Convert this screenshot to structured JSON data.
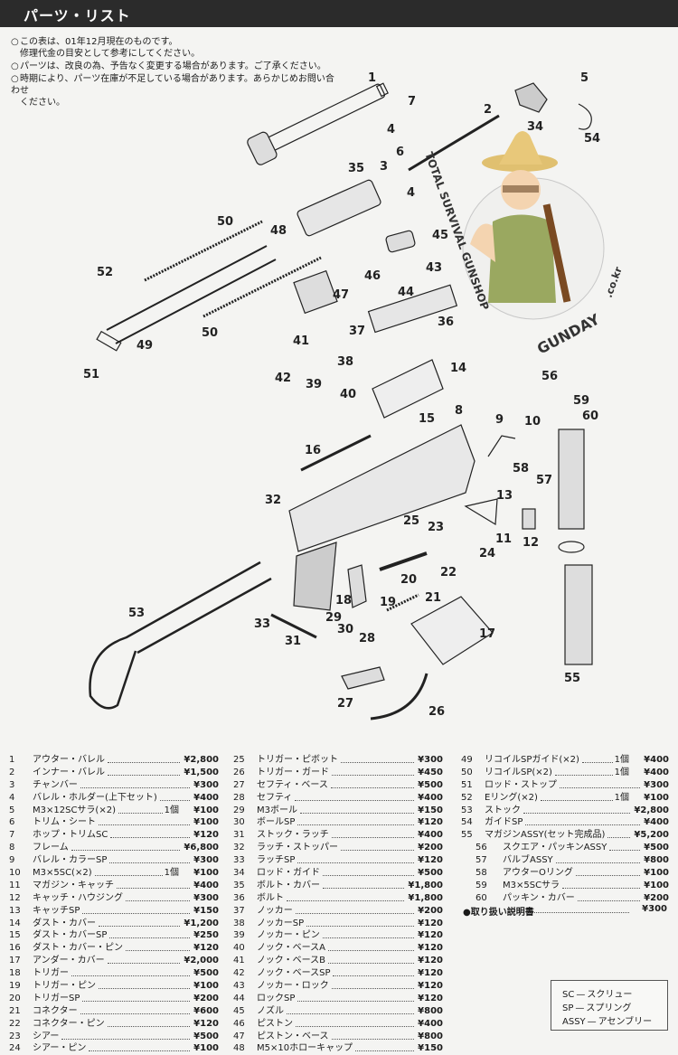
{
  "header": {
    "title": "パーツ・リスト"
  },
  "notes": [
    {
      "bullet": "○",
      "lines": [
        "この表は、01年12月現在のものです。",
        "修理代金の目安として参考にしてください。"
      ]
    },
    {
      "bullet": "○",
      "lines": [
        "パーツは、改良の為、予告なく変更する場合があります。ご了承ください。"
      ]
    },
    {
      "bullet": "○",
      "lines": [
        "時期により、パーツ在庫が不足している場合があります。あらかじめお問い合わせ",
        "ください。"
      ]
    }
  ],
  "watermark": {
    "left": "TOTAL SURVIVAL GUNSHOP",
    "right": "GUNDAY",
    "domain": ".co.kr"
  },
  "diagram_labels": [
    "1",
    "2",
    "3",
    "4",
    "4",
    "5",
    "6",
    "7",
    "8",
    "9",
    "10",
    "11",
    "12",
    "13",
    "14",
    "15",
    "16",
    "17",
    "18",
    "19",
    "20",
    "21",
    "22",
    "23",
    "24",
    "25",
    "26",
    "27",
    "28",
    "29",
    "30",
    "31",
    "32",
    "33",
    "34",
    "35",
    "36",
    "37",
    "38",
    "39",
    "40",
    "41",
    "42",
    "43",
    "44",
    "45",
    "46",
    "47",
    "48",
    "49",
    "50",
    "50",
    "51",
    "52",
    "53",
    "54",
    "55",
    "56",
    "57",
    "58",
    "59",
    "60"
  ],
  "parts_col1": [
    {
      "no": "1",
      "name": "アウター・バレル",
      "qty": "",
      "price": "¥2,800"
    },
    {
      "no": "2",
      "name": "インナー・バレル",
      "qty": "",
      "price": "¥1,500"
    },
    {
      "no": "3",
      "name": "チャンバー",
      "qty": "",
      "price": "¥300"
    },
    {
      "no": "4",
      "name": "バレル・ホルダー(上下セット)",
      "qty": "",
      "price": "¥400"
    },
    {
      "no": "5",
      "name": "M3×12SCサラ(×2)",
      "qty": "1個",
      "price": "¥100"
    },
    {
      "no": "6",
      "name": "トリム・シート",
      "qty": "",
      "price": "¥100"
    },
    {
      "no": "7",
      "name": "ホップ・トリムSC",
      "qty": "",
      "price": "¥120"
    },
    {
      "no": "8",
      "name": "フレーム",
      "qty": "",
      "price": "¥6,800"
    },
    {
      "no": "9",
      "name": "バレル・カラーSP",
      "qty": "",
      "price": "¥300"
    },
    {
      "no": "10",
      "name": "M3×5SC(×2)",
      "qty": "1個",
      "price": "¥100"
    },
    {
      "no": "11",
      "name": "マガジン・キャッチ",
      "qty": "",
      "price": "¥400"
    },
    {
      "no": "12",
      "name": "キャッチ・ハウジング",
      "qty": "",
      "price": "¥300"
    },
    {
      "no": "13",
      "name": "キャッチSP",
      "qty": "",
      "price": "¥150"
    },
    {
      "no": "14",
      "name": "ダスト・カバー",
      "qty": "",
      "price": "¥1,200"
    },
    {
      "no": "15",
      "name": "ダスト・カバーSP",
      "qty": "",
      "price": "¥250"
    },
    {
      "no": "16",
      "name": "ダスト・カバー・ピン",
      "qty": "",
      "price": "¥120"
    },
    {
      "no": "17",
      "name": "アンダー・カバー",
      "qty": "",
      "price": "¥2,000"
    },
    {
      "no": "18",
      "name": "トリガー",
      "qty": "",
      "price": "¥500"
    },
    {
      "no": "19",
      "name": "トリガー・ピン",
      "qty": "",
      "price": "¥100"
    },
    {
      "no": "20",
      "name": "トリガーSP",
      "qty": "",
      "price": "¥200"
    },
    {
      "no": "21",
      "name": "コネクター",
      "qty": "",
      "price": "¥600"
    },
    {
      "no": "22",
      "name": "コネクター・ピン",
      "qty": "",
      "price": "¥120"
    },
    {
      "no": "23",
      "name": "シアー",
      "qty": "",
      "price": "¥500"
    },
    {
      "no": "24",
      "name": "シアー・ピン",
      "qty": "",
      "price": "¥100"
    }
  ],
  "parts_col2": [
    {
      "no": "25",
      "name": "トリガー・ピボット",
      "qty": "",
      "price": "¥300"
    },
    {
      "no": "26",
      "name": "トリガー・ガード",
      "qty": "",
      "price": "¥450"
    },
    {
      "no": "27",
      "name": "セフティ・ベース",
      "qty": "",
      "price": "¥500"
    },
    {
      "no": "28",
      "name": "セフティ",
      "qty": "",
      "price": "¥400"
    },
    {
      "no": "29",
      "name": "M3ボール",
      "qty": "",
      "price": "¥150"
    },
    {
      "no": "30",
      "name": "ボールSP",
      "qty": "",
      "price": "¥120"
    },
    {
      "no": "31",
      "name": "ストック・ラッチ",
      "qty": "",
      "price": "¥400"
    },
    {
      "no": "32",
      "name": "ラッチ・ストッパー",
      "qty": "",
      "price": "¥200"
    },
    {
      "no": "33",
      "name": "ラッチSP",
      "qty": "",
      "price": "¥120"
    },
    {
      "no": "34",
      "name": "ロッド・ガイド",
      "qty": "",
      "price": "¥500"
    },
    {
      "no": "35",
      "name": "ボルト・カバー",
      "qty": "",
      "price": "¥1,800"
    },
    {
      "no": "36",
      "name": "ボルト",
      "qty": "",
      "price": "¥1,800"
    },
    {
      "no": "37",
      "name": "ノッカー",
      "qty": "",
      "price": "¥200"
    },
    {
      "no": "38",
      "name": "ノッカーSP",
      "qty": "",
      "price": "¥120"
    },
    {
      "no": "39",
      "name": "ノッカー・ピン",
      "qty": "",
      "price": "¥120"
    },
    {
      "no": "40",
      "name": "ノック・ベースA",
      "qty": "",
      "price": "¥120"
    },
    {
      "no": "41",
      "name": "ノック・ベースB",
      "qty": "",
      "price": "¥120"
    },
    {
      "no": "42",
      "name": "ノック・ベースSP",
      "qty": "",
      "price": "¥120"
    },
    {
      "no": "43",
      "name": "ノッカー・ロック",
      "qty": "",
      "price": "¥120"
    },
    {
      "no": "44",
      "name": "ロックSP",
      "qty": "",
      "price": "¥120"
    },
    {
      "no": "45",
      "name": "ノズル",
      "qty": "",
      "price": "¥800"
    },
    {
      "no": "46",
      "name": "ピストン",
      "qty": "",
      "price": "¥400"
    },
    {
      "no": "47",
      "name": "ピストン・ベース",
      "qty": "",
      "price": "¥800"
    },
    {
      "no": "48",
      "name": "M5×10ホローキャップ",
      "qty": "",
      "price": "¥150"
    }
  ],
  "parts_col3": [
    {
      "no": "49",
      "name": "リコイルSPガイド(×2)",
      "qty": "1個",
      "price": "¥400",
      "sub": false
    },
    {
      "no": "50",
      "name": "リコイルSP(×2)",
      "qty": "1個",
      "price": "¥400",
      "sub": false
    },
    {
      "no": "51",
      "name": "ロッド・ストップ",
      "qty": "",
      "price": "¥300",
      "sub": false
    },
    {
      "no": "52",
      "name": "Eリング(×2)",
      "qty": "1個",
      "price": "¥100",
      "sub": false
    },
    {
      "no": "53",
      "name": "ストック",
      "qty": "",
      "price": "¥2,800",
      "sub": false
    },
    {
      "no": "54",
      "name": "ガイドSP",
      "qty": "",
      "price": "¥400",
      "sub": false
    },
    {
      "no": "55",
      "name": "マガジンASSY(セット完成品)",
      "qty": "",
      "price": "¥5,200",
      "sub": false
    },
    {
      "no": "56",
      "name": "スクエア・パッキンASSY",
      "qty": "",
      "price": "¥500",
      "sub": true
    },
    {
      "no": "57",
      "name": "バルブASSY",
      "qty": "",
      "price": "¥800",
      "sub": true
    },
    {
      "no": "58",
      "name": "アウターOリング",
      "qty": "",
      "price": "¥100",
      "sub": true
    },
    {
      "no": "59",
      "name": "M3×5SCサラ",
      "qty": "",
      "price": "¥100",
      "sub": true
    },
    {
      "no": "60",
      "name": "パッキン・カバー",
      "qty": "",
      "price": "¥200",
      "sub": true
    }
  ],
  "manual": {
    "bullet": "●",
    "name": "取り扱い説明書",
    "price": "¥300"
  },
  "legend": [
    {
      "abbr": "SC",
      "meaning": "スクリュー"
    },
    {
      "abbr": "SP",
      "meaning": "スプリング"
    },
    {
      "abbr": "ASSY",
      "meaning": "アセンブリー"
    }
  ],
  "legend_dash": "—"
}
